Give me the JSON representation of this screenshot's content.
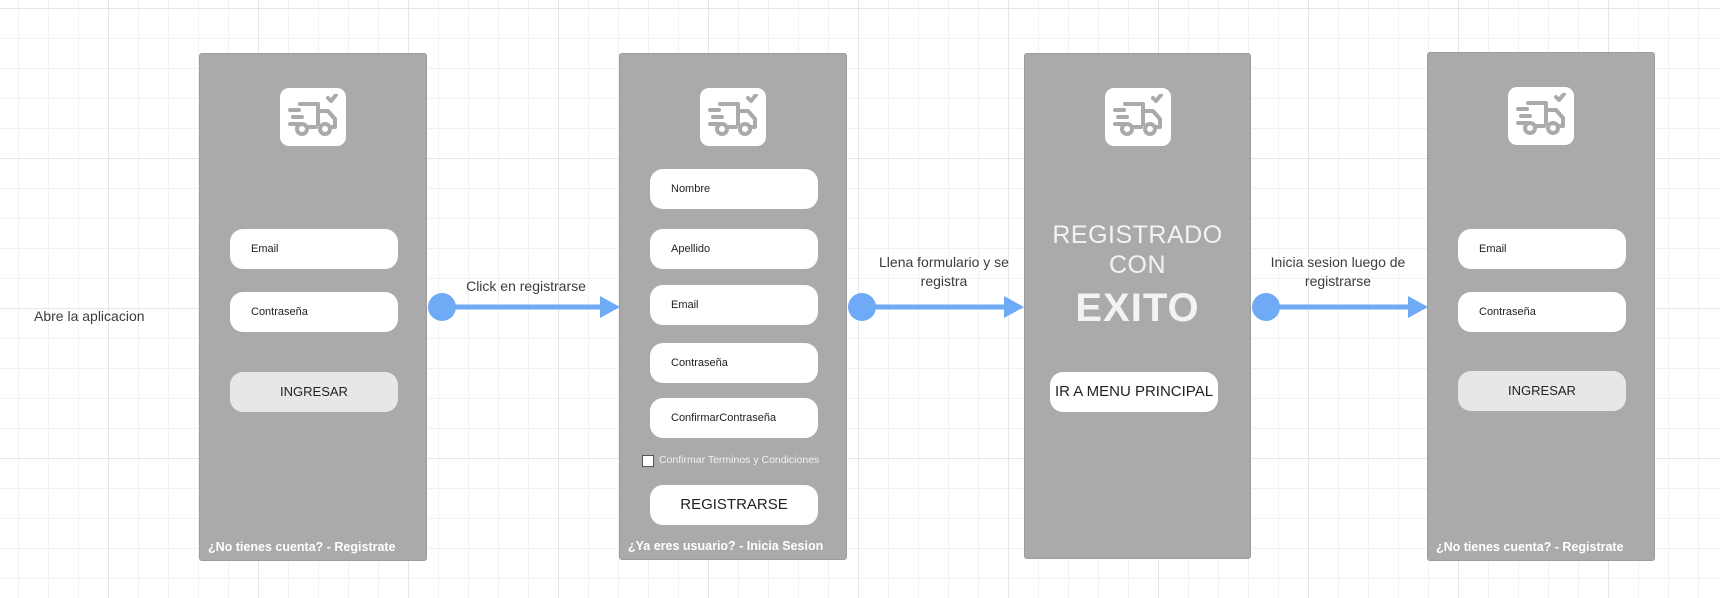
{
  "start_label": "Abre la aplicacion",
  "screens": {
    "login1": {
      "email_placeholder": "Email",
      "password_placeholder": "Contraseña",
      "submit_label": "INGRESAR",
      "footer_text": "¿No tienes cuenta? - Registrate"
    },
    "register": {
      "fields": [
        "Nombre",
        "Apellido",
        "Email",
        "Contraseña",
        "ConfirmarContraseña"
      ],
      "terms_label": "Confirmar Terminos y Condiciones",
      "submit_label": "REGISTRARSE",
      "footer_text": "¿Ya eres usuario? - Inicia Sesion"
    },
    "success": {
      "line1": "REGISTRADO",
      "line2": "CON",
      "line3": "EXITO",
      "button_label": "IR A MENU PRINCIPAL"
    },
    "login2": {
      "email_placeholder": "Email",
      "password_placeholder": "Contraseña",
      "submit_label": "INGRESAR",
      "footer_text": "¿No tienes cuenta? - Registrate"
    }
  },
  "transitions": [
    {
      "label_line1": "Click en registrarse",
      "label_line2": ""
    },
    {
      "label_line1": "Llena formulario y se",
      "label_line2": "registra"
    },
    {
      "label_line1": "Inicia sesion luego de",
      "label_line2": "registrarse"
    }
  ],
  "colors": {
    "screen_bg": "#aaaaaa",
    "arrow": "#6eaaf5"
  },
  "icons": {
    "logo": "delivery-truck-icon"
  }
}
